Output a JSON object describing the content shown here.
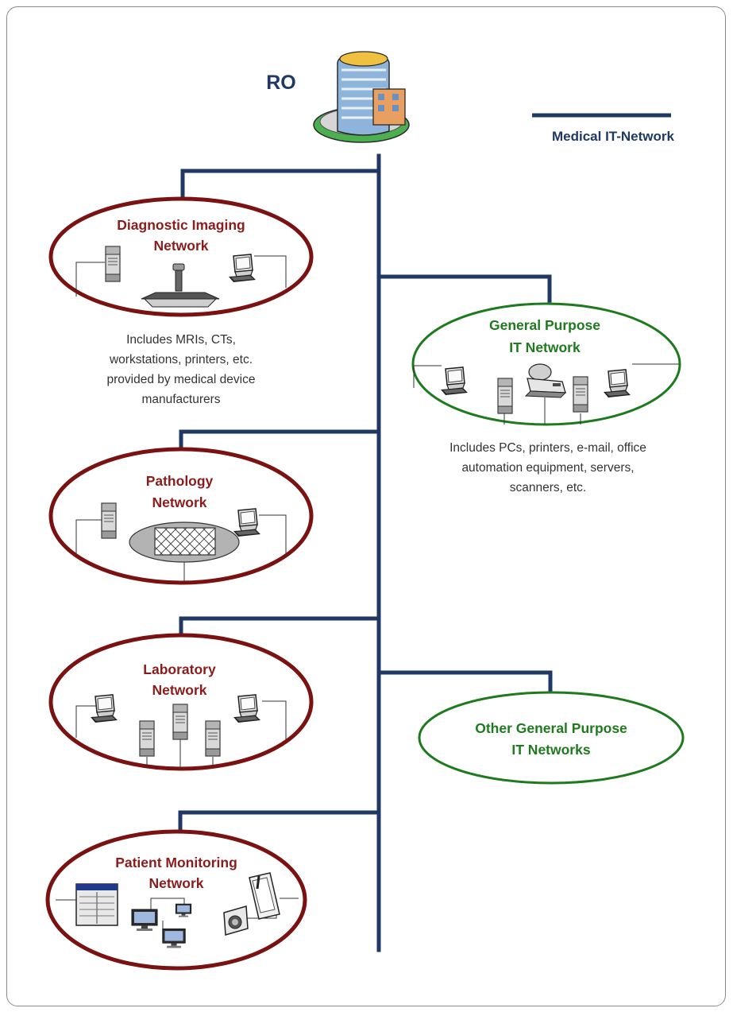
{
  "header": {
    "title": "RO"
  },
  "legend": {
    "label": "Medical IT-Network",
    "line_color": "#1f3864"
  },
  "colors": {
    "backbone": "#1f3864",
    "medical_network_border": "#7a1212",
    "general_network_border": "#1e7a1e"
  },
  "networks": {
    "diagnostic": {
      "title_line1": "Diagnostic Imaging",
      "title_line2": "Network",
      "desc_line1": "Includes MRIs, CTs,",
      "desc_line2": "workstations, printers, etc.",
      "desc_line3": "provided by medical device",
      "desc_line4": "manufacturers",
      "devices": [
        "server-icon",
        "scanner-table-icon",
        "computer-icon"
      ]
    },
    "general": {
      "title_line1": "General Purpose",
      "title_line2": "IT Network",
      "desc_line1": "Includes PCs, printers, e-mail, office",
      "desc_line2": "automation equipment, servers,",
      "desc_line3": "scanners, etc.",
      "devices": [
        "computer-icon",
        "server-icon",
        "printer-icon",
        "server-icon",
        "computer-icon"
      ]
    },
    "pathology": {
      "title_line1": "Pathology",
      "title_line2": "Network",
      "devices": [
        "server-icon",
        "microscope-slide-icon",
        "computer-icon"
      ]
    },
    "laboratory": {
      "title_line1": "Laboratory",
      "title_line2": "Network",
      "devices": [
        "computer-icon",
        "server-icon",
        "server-icon",
        "server-icon",
        "computer-icon"
      ]
    },
    "other_general": {
      "title_line1": "Other General Purpose",
      "title_line2": "IT Networks"
    },
    "patient_monitoring": {
      "title_line1": "Patient Monitoring",
      "title_line2": "Network",
      "devices": [
        "monitor-panel-icon",
        "monitor-icon",
        "monitor-icon",
        "monitor-icon",
        "camera-icon",
        "tablet-icon"
      ]
    }
  }
}
